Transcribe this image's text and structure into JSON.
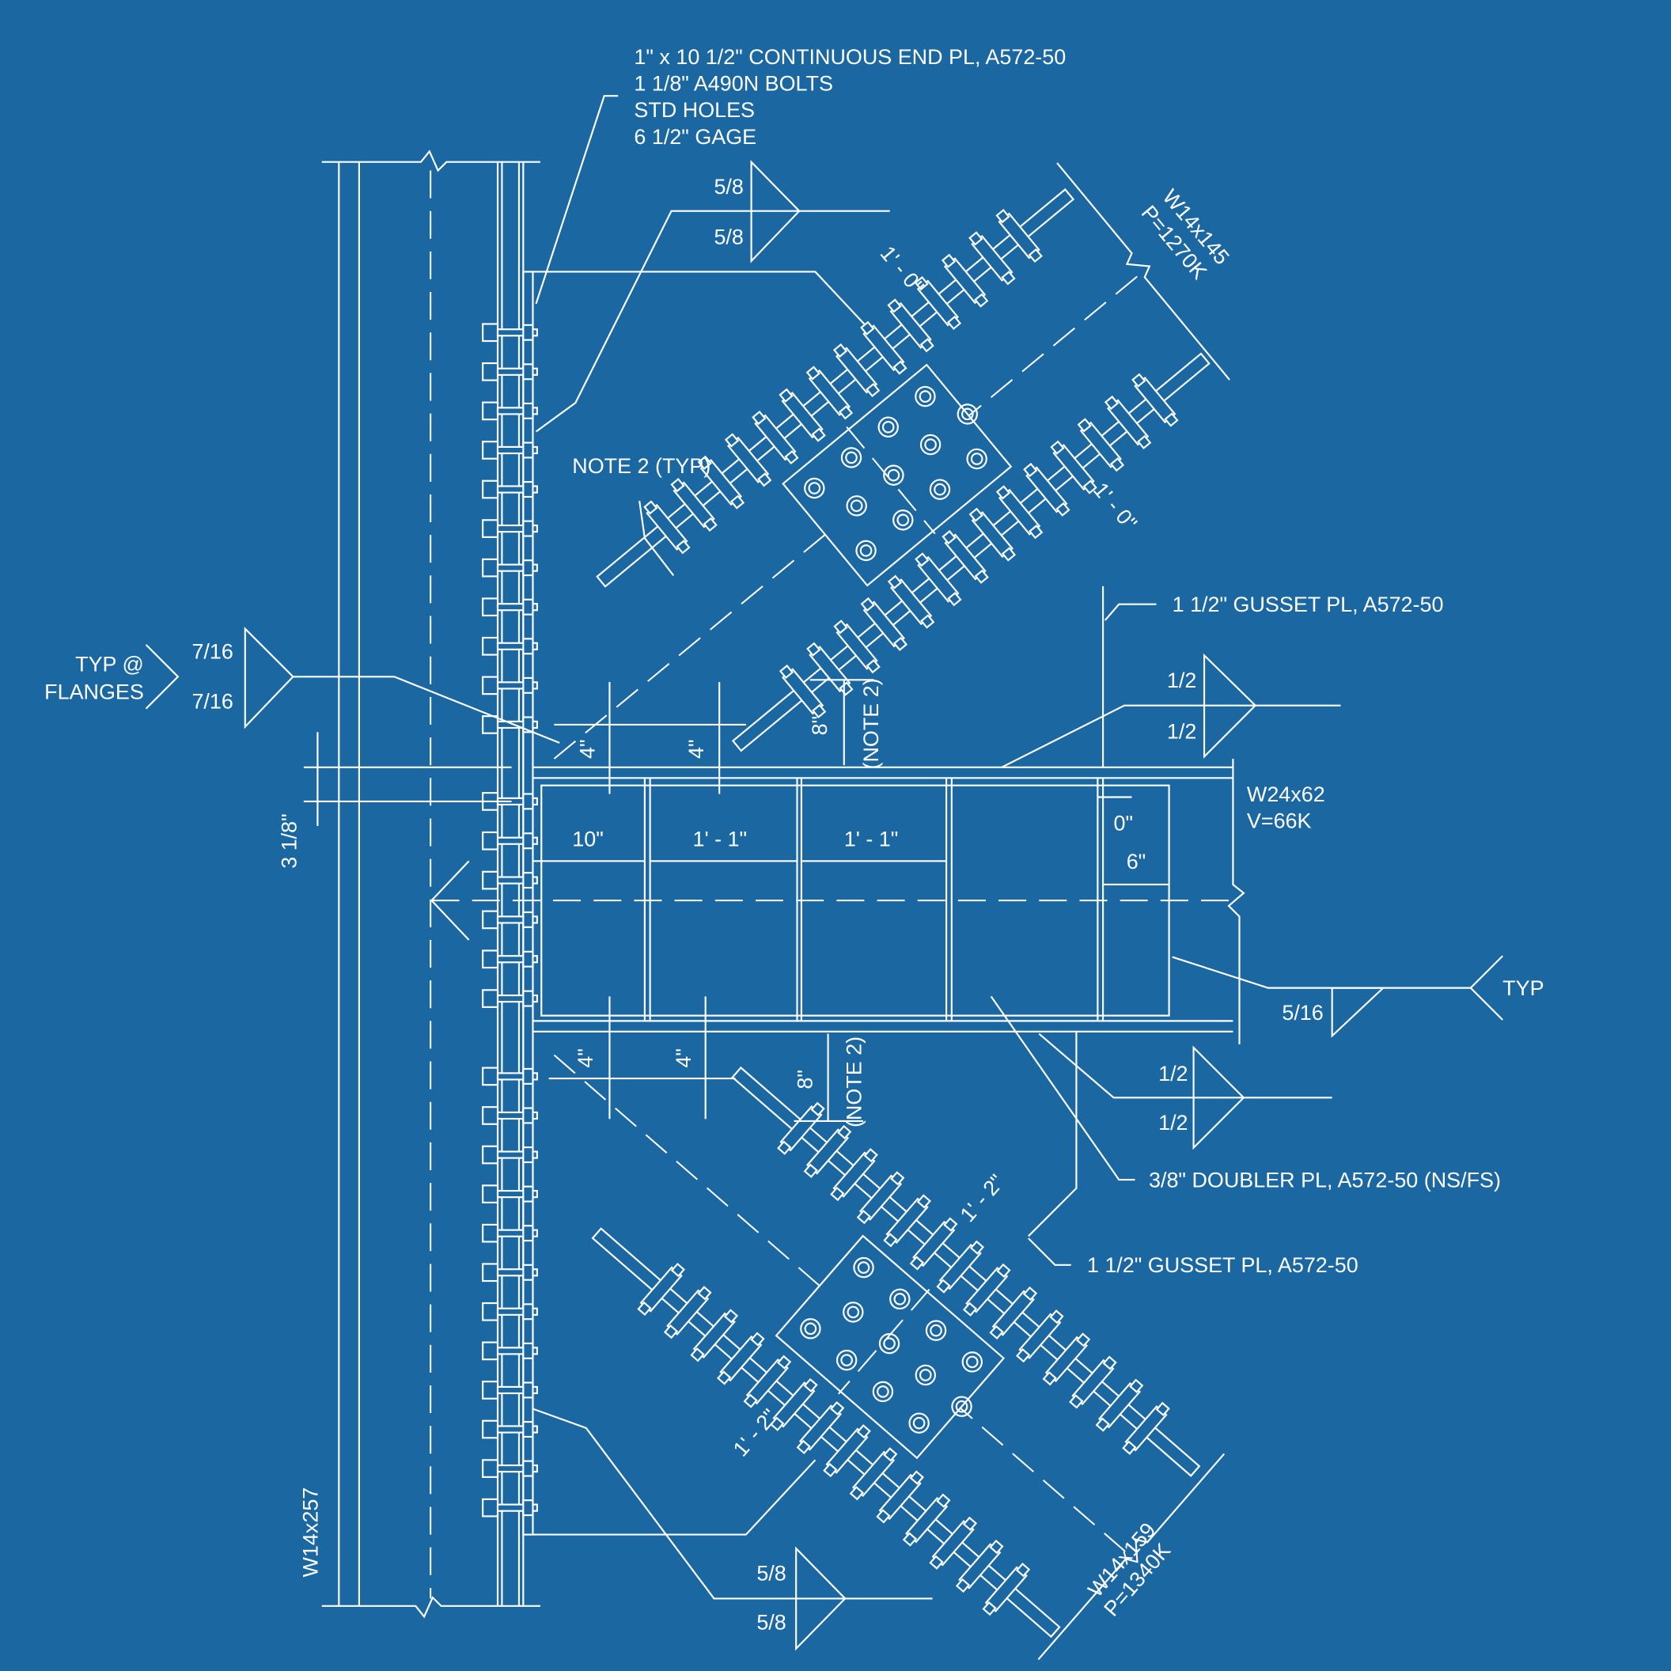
{
  "colors": {
    "background": "#1b67a2",
    "linework": "#ffffff"
  },
  "notes": {
    "end_plate": [
      "1\" x 10 1/2\" CONTINUOUS END PL, A572-50",
      "1 1/8\" A490N BOLTS",
      "STD HOLES",
      "6 1/2\" GAGE"
    ],
    "note2_typ": "NOTE 2 (TYP)",
    "gusset_upper": "1 1/2\" GUSSET PL, A572-50",
    "gusset_lower": "1 1/2\" GUSSET PL, A572-50",
    "doubler": "3/8\" DOUBLER PL, A572-50 (NS/FS)",
    "typ_flanges": [
      "TYP @",
      "FLANGES"
    ],
    "typ": "TYP"
  },
  "members": {
    "column": "W14x257",
    "beam": [
      "W24x62",
      "V=66K"
    ],
    "brace_upper": [
      "W14x145",
      "P=1270K"
    ],
    "brace_lower": [
      "W14x159",
      "P=1340K"
    ]
  },
  "welds": {
    "top_gusset": [
      "5/8",
      "5/8"
    ],
    "flanges": [
      "7/16",
      "7/16"
    ],
    "beam_top": [
      "1/2",
      "1/2"
    ],
    "stiffener": "5/16",
    "beam_bottom": [
      "1/2",
      "1/2"
    ],
    "bottom_gusset": [
      "5/8",
      "5/8"
    ]
  },
  "dimensions": {
    "upper_brace_1": "1' - 0\"",
    "upper_brace_2": "1' - 0\"",
    "lower_brace_1": "1' - 2\"",
    "lower_brace_2": "1' - 2\"",
    "four_in": "4\"",
    "eight_in": "8\"",
    "note2": "(NOTE 2)",
    "flange_offset": "3 1/8\"",
    "stiff_1": "10\"",
    "stiff_2": "1' - 1\"",
    "stiff_3": "1' - 1\"",
    "zero": "0\"",
    "six": "6\""
  }
}
